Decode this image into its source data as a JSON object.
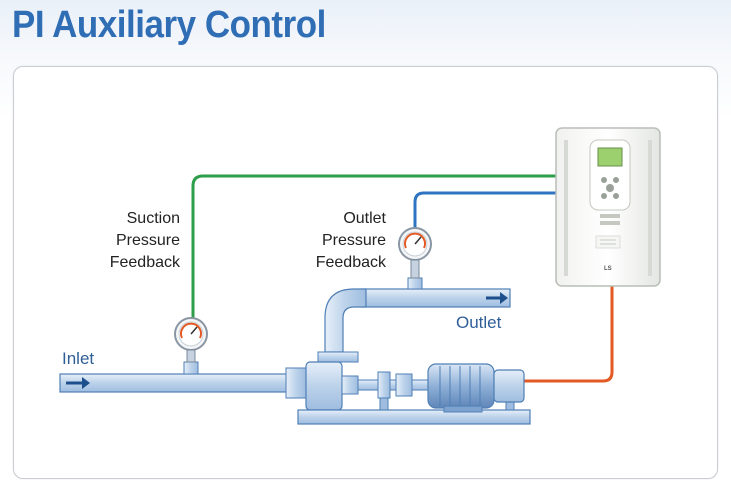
{
  "title": "PI Auxiliary Control",
  "labels": {
    "suction": [
      "Suction",
      "Pressure",
      "Feedback"
    ],
    "outlet_feedback": [
      "Outlet",
      "Pressure",
      "Feedback"
    ],
    "outlet": "Outlet",
    "inlet": "Inlet",
    "drive_logo": "LS"
  },
  "colors": {
    "title": "#2f6db5",
    "suction_wire": "#2e9e4a",
    "outlet_wire": "#2f74c0",
    "motor_wire": "#e35a25",
    "pipe": "#bcd2ea",
    "pipe_edge": "#4f7fb5",
    "flow_arrow": "#1d4f8c"
  },
  "icons": [
    "pressure-gauge-icon",
    "pressure-gauge-icon",
    "inverter-drive-icon",
    "motor-icon",
    "flow-arrow-icon"
  ]
}
